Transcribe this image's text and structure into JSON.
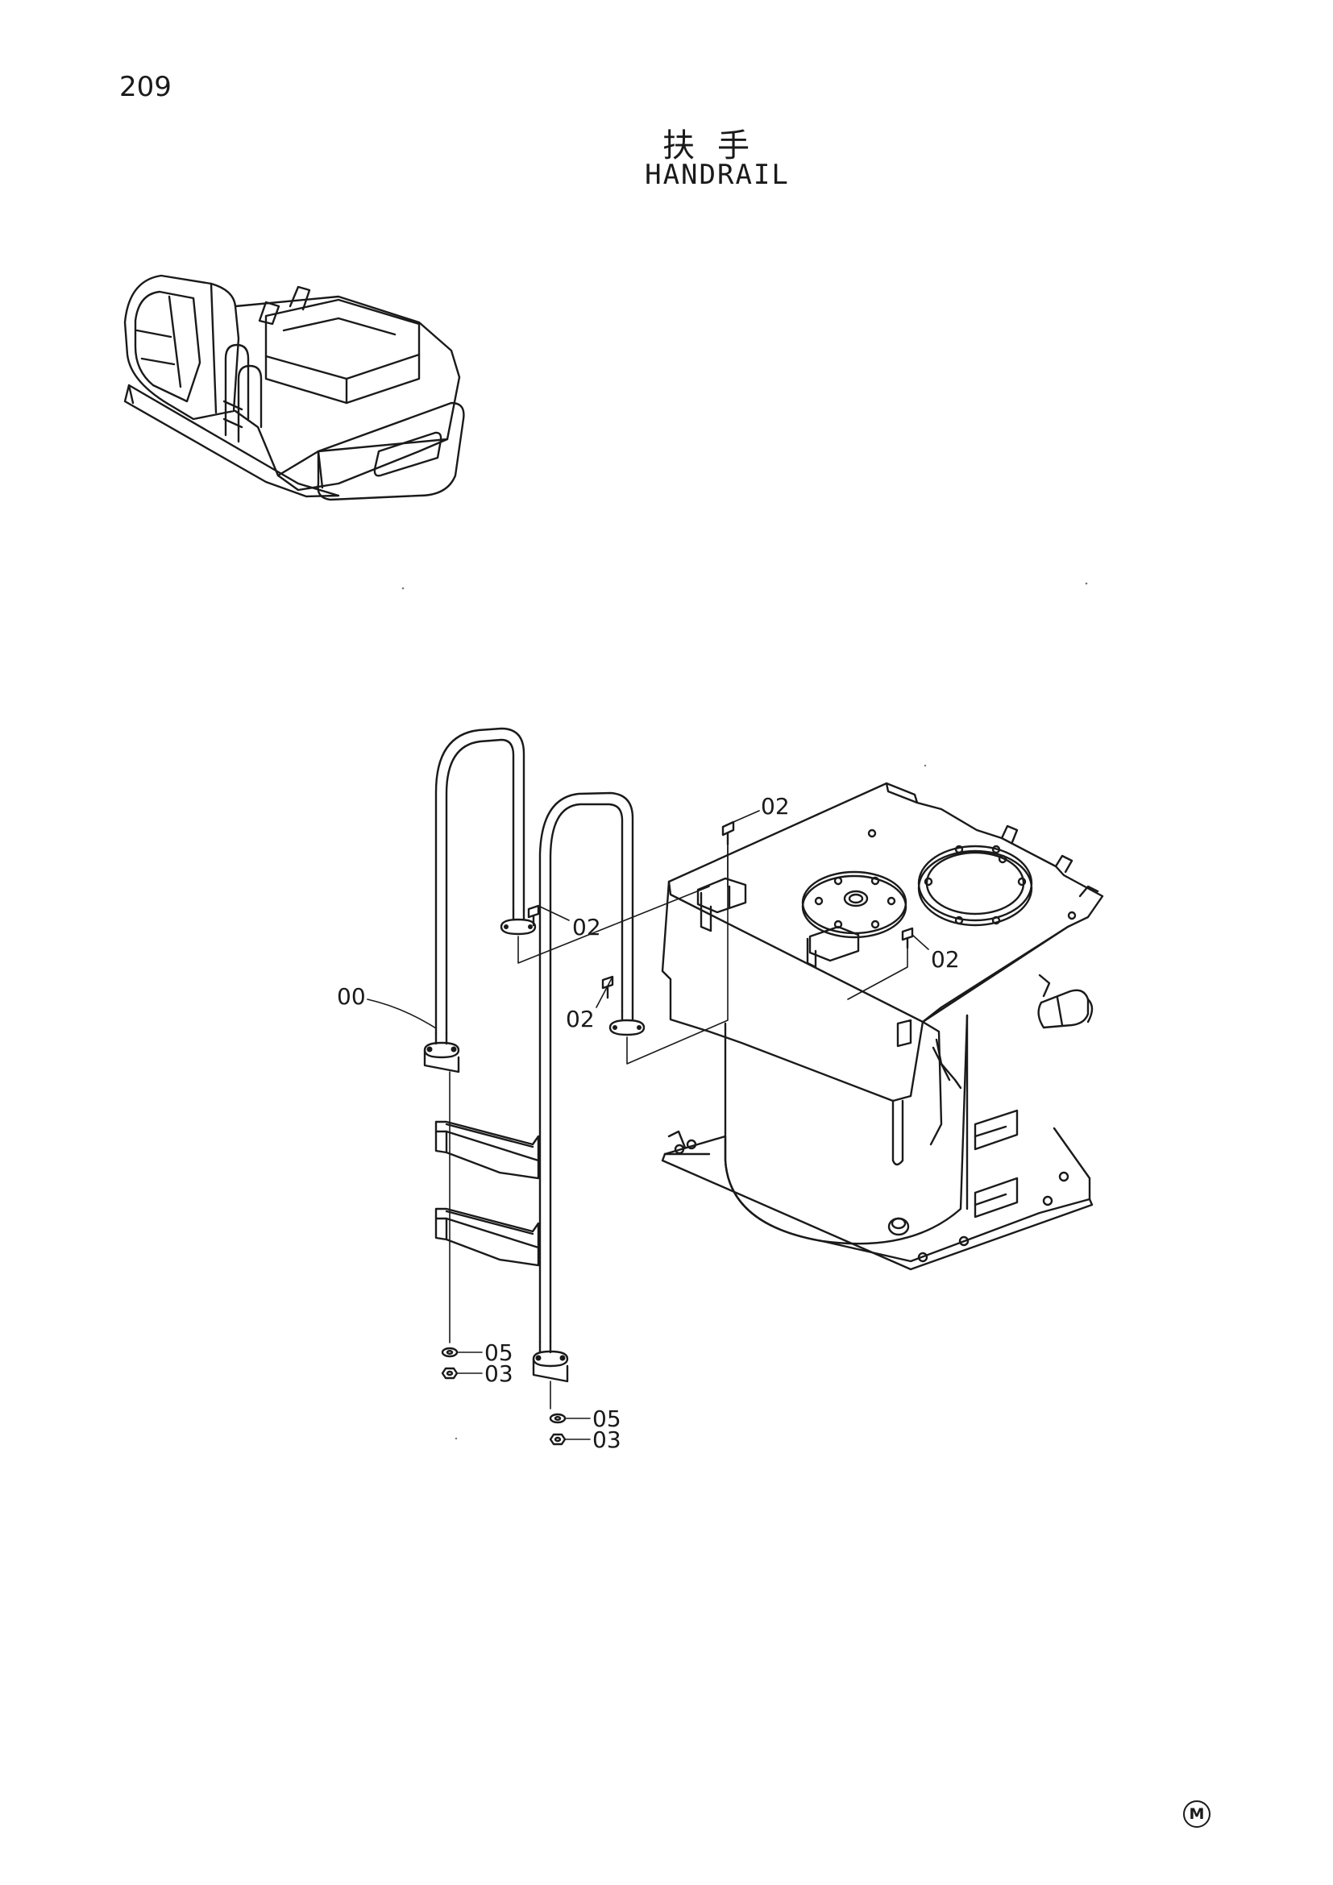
{
  "page": {
    "number": "209",
    "title_jp": "扶手",
    "title_en": "HANDRAIL",
    "corner_mark": "M"
  },
  "callouts": [
    {
      "id": "c1",
      "label": "02"
    },
    {
      "id": "c2",
      "label": "02"
    },
    {
      "id": "c3",
      "label": "02"
    },
    {
      "id": "c4",
      "label": "02"
    },
    {
      "id": "c5",
      "label": "00"
    },
    {
      "id": "c6",
      "label": "05"
    },
    {
      "id": "c7",
      "label": "03"
    },
    {
      "id": "c8",
      "label": "05"
    },
    {
      "id": "c9",
      "label": "03"
    }
  ]
}
